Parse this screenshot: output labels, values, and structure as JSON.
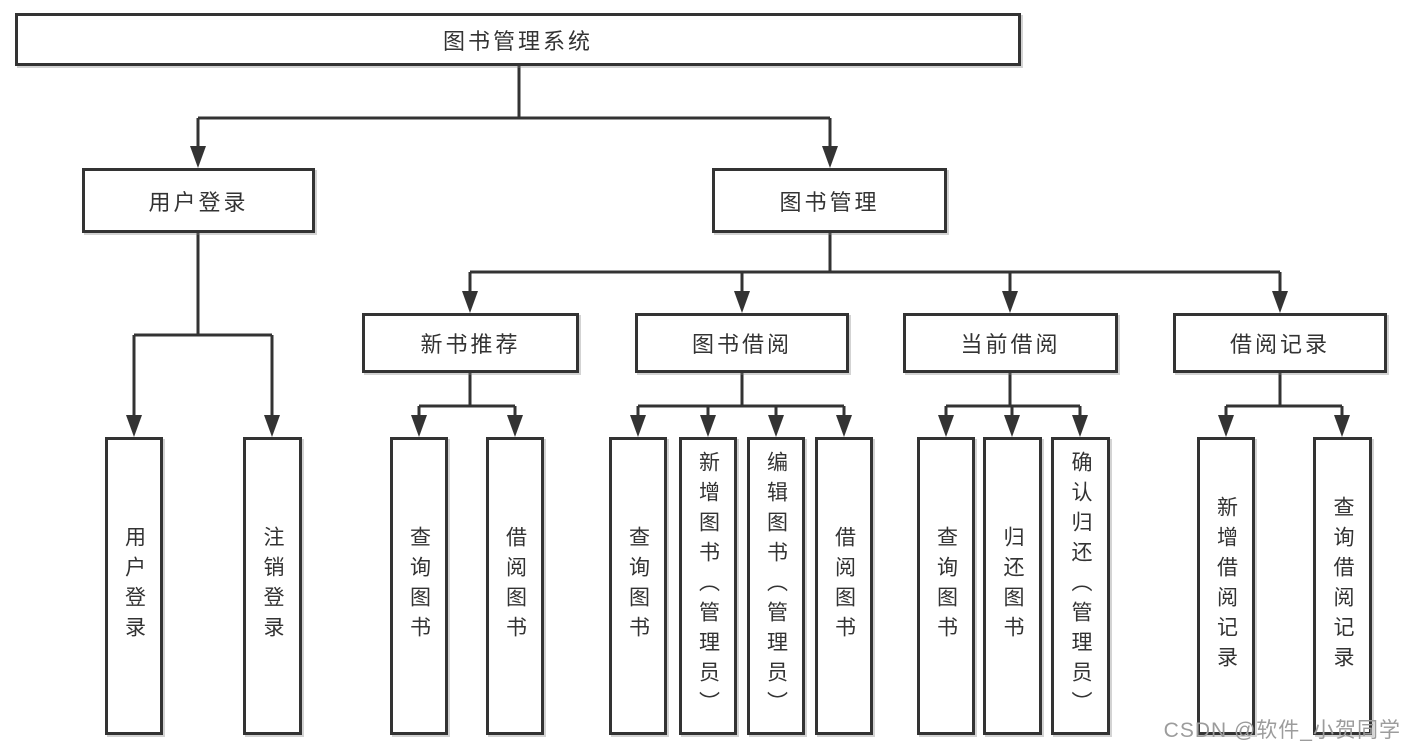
{
  "nodes": {
    "root": "图书管理系统",
    "user_login": "用户登录",
    "book_mgmt": "图书管理",
    "new_book_rec": "新书推荐",
    "book_borrow": "图书借阅",
    "current_borrow": "当前借阅",
    "borrow_record": "借阅记录",
    "leaf_user_login": "用户登录",
    "leaf_logout": "注销登录",
    "leaf_query_book_rec": "查询图书",
    "leaf_borrow_book_rec": "借阅图书",
    "leaf_query_book_borrow": "查询图书",
    "leaf_add_book": "新增图书（管理员）",
    "leaf_edit_book": "编辑图书（管理员）",
    "leaf_borrow_book_borrow": "借阅图书",
    "leaf_query_book_current": "查询图书",
    "leaf_return_book": "归还图书",
    "leaf_confirm_return": "确认归还（管理员）",
    "leaf_add_borrow_record": "新增借阅记录",
    "leaf_query_borrow_record": "查询借阅记录"
  },
  "hierarchy": {
    "label": "图书管理系统",
    "children": [
      {
        "label": "用户登录",
        "children": [
          {
            "label": "用户登录"
          },
          {
            "label": "注销登录"
          }
        ]
      },
      {
        "label": "图书管理",
        "children": [
          {
            "label": "新书推荐",
            "children": [
              {
                "label": "查询图书"
              },
              {
                "label": "借阅图书"
              }
            ]
          },
          {
            "label": "图书借阅",
            "children": [
              {
                "label": "查询图书"
              },
              {
                "label": "新增图书（管理员）"
              },
              {
                "label": "编辑图书（管理员）"
              },
              {
                "label": "借阅图书"
              }
            ]
          },
          {
            "label": "当前借阅",
            "children": [
              {
                "label": "查询图书"
              },
              {
                "label": "归还图书"
              },
              {
                "label": "确认归还（管理员）"
              }
            ]
          },
          {
            "label": "借阅记录",
            "children": [
              {
                "label": "新增借阅记录"
              },
              {
                "label": "查询借阅记录"
              }
            ]
          }
        ]
      }
    ]
  },
  "watermark": "CSDN @软件_小贺同学",
  "colors": {
    "line": "#333333",
    "text": "#333333",
    "box_background": "#ffffff",
    "watermark": "#9c9c9c",
    "background": "#ffffff"
  }
}
